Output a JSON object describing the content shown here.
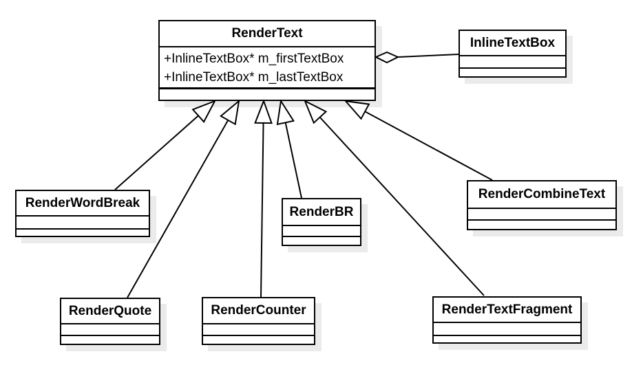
{
  "diagram": {
    "kind": "uml-class-diagram",
    "colors": {
      "line": "#000000",
      "box_fill": "#ffffff",
      "box_border": "#000000",
      "shadow": "#ebebeb",
      "background": "#ffffff"
    },
    "classes": [
      {
        "name": "RenderText",
        "attributes": [
          "+InlineTextBox* m_firstTextBox",
          "+InlineTextBox* m_lastTextBox"
        ]
      },
      {
        "name": "InlineTextBox"
      },
      {
        "name": "RenderWordBreak"
      },
      {
        "name": "RenderBR"
      },
      {
        "name": "RenderCombineText"
      },
      {
        "name": "RenderQuote"
      },
      {
        "name": "RenderCounter"
      },
      {
        "name": "RenderTextFragment"
      }
    ],
    "relationships": [
      {
        "type": "aggregation",
        "owner": "RenderText",
        "part": "InlineTextBox"
      },
      {
        "type": "generalization",
        "child": "RenderWordBreak",
        "parent": "RenderText"
      },
      {
        "type": "generalization",
        "child": "RenderQuote",
        "parent": "RenderText"
      },
      {
        "type": "generalization",
        "child": "RenderCounter",
        "parent": "RenderText"
      },
      {
        "type": "generalization",
        "child": "RenderBR",
        "parent": "RenderText"
      },
      {
        "type": "generalization",
        "child": "RenderTextFragment",
        "parent": "RenderText"
      },
      {
        "type": "generalization",
        "child": "RenderCombineText",
        "parent": "RenderText"
      }
    ]
  }
}
